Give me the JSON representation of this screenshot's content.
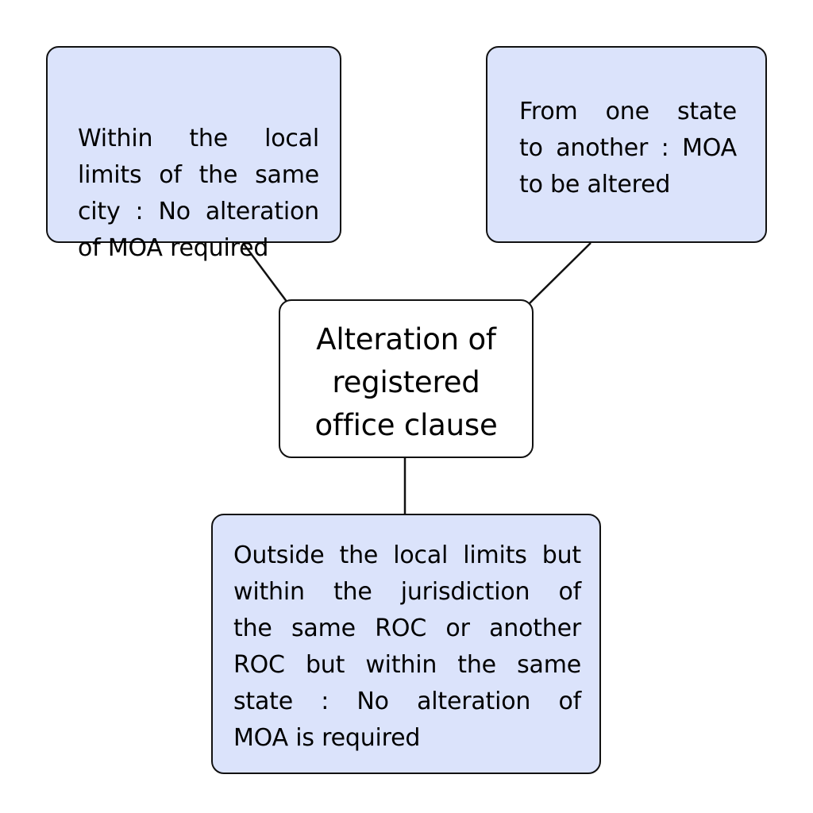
{
  "diagram": {
    "center": {
      "lines": [
        "Alteration of",
        "registered",
        "office clause"
      ]
    },
    "branches": [
      {
        "id": "top-left",
        "lines": [
          "Within the local",
          "limits of the same",
          "city : No alteration",
          "of MOA required"
        ]
      },
      {
        "id": "top-right",
        "lines": [
          "From one state",
          "to another : MOA",
          "to be altered"
        ]
      },
      {
        "id": "bottom",
        "lines": [
          "Outside the local limits but",
          "within the jurisdiction of",
          "the same ROC or another",
          "ROC but within the same",
          "state : No alteration of",
          "MOA is required"
        ]
      }
    ],
    "colors": {
      "branch_fill": "#dbe3fb",
      "center_fill": "#ffffff",
      "stroke": "#111111"
    }
  }
}
